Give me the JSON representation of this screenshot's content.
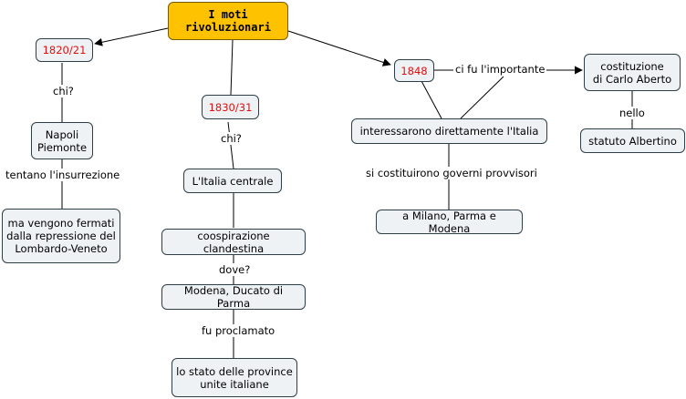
{
  "nodes": {
    "title": "I moti rivoluzionari",
    "y1820": "1820/21",
    "napoli": "Napoli\nPiemonte",
    "fermati": "ma vengono fermati\ndalla repressione del\nLombardo-Veneto",
    "y1830": "1830/31",
    "italia_centrale": "L'Italia centrale",
    "cospirazione": "coospirazione clandestina",
    "modena": "Modena, Ducato di Parma",
    "stato": "lo stato delle province\nunite italiane",
    "y1848": "1848",
    "costituzione": "costituzione\ndi Carlo Aberto",
    "interessarono": "interessarono direttamente l'Italia",
    "milano": "a Milano, Parma e Modena",
    "statuto": "statuto Albertino"
  },
  "labels": {
    "chi1": "chi?",
    "tentano": "tentano l'insurrezione",
    "chi2": "chi?",
    "dove": "dove?",
    "proclamato": "fu proclamato",
    "importante": "ci fu l'importante",
    "governi": "si costituirono governi provvisori",
    "nello": "nello"
  },
  "colors": {
    "node_fill": "#eef2f4",
    "title_fill": "#ffc200",
    "year_text": "#e01010"
  }
}
